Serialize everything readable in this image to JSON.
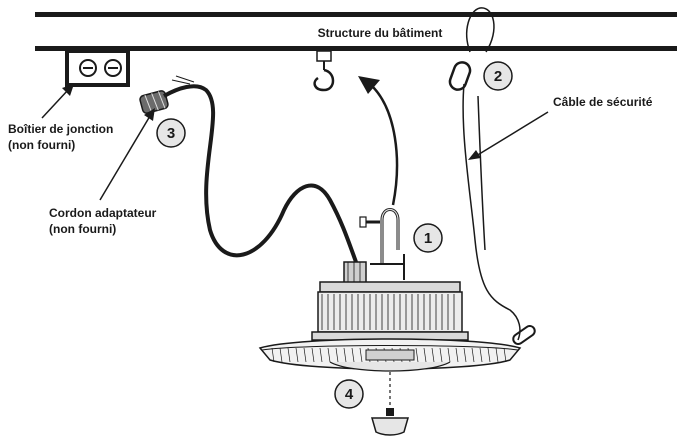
{
  "structure": {
    "label": "Structure du bâtiment"
  },
  "labels": {
    "junction_box": [
      "Boîtier de jonction",
      "(non fourni)"
    ],
    "adapter_cord": [
      "Cordon adaptateur",
      "(non fourni)"
    ],
    "safety_cable": "Câble de sécurité"
  },
  "steps": [
    "1",
    "2",
    "3",
    "4"
  ],
  "colors": {
    "ink": "#1a1a1a",
    "badge_fill": "#e6e6e6",
    "metal_light": "#d9d9d9",
    "metal_dark": "#9a9a9a"
  }
}
